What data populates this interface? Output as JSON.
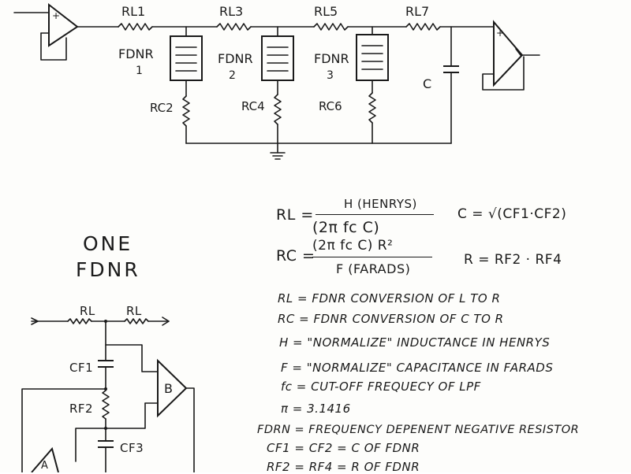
{
  "top_circuit": {
    "resistor_labels": [
      "RL1",
      "RL3",
      "RL5",
      "RL7"
    ],
    "fdnr_labels": [
      {
        "name": "FDNR",
        "num": "1"
      },
      {
        "name": "FDNR",
        "num": "2"
      },
      {
        "name": "FDNR",
        "num": "3"
      }
    ],
    "shunt_labels": [
      "RC2",
      "RC4",
      "RC6"
    ],
    "capacitor_label": "C",
    "opamp_plus": "+"
  },
  "one_fdnr": {
    "title_line1": "ONE",
    "title_line2": "FDNR",
    "rl_left": "RL",
    "rl_right": "RL",
    "cf1": "CF1",
    "rf2": "RF2",
    "cf3": "CF3",
    "opamp_b": "B",
    "opamp_a": "A"
  },
  "equations": {
    "rl_lhs": "RL =",
    "rl_num": "H (HENRYS)",
    "rl_den": "(2π fc C)",
    "c_eq": "C = √(CF1·CF2)",
    "rc_lhs": "RC =",
    "rc_num": "(2π fc C) R²",
    "rc_den": "F (FARADS)",
    "r_eq": "R = RF2 · RF4"
  },
  "definitions": [
    "RL = FDNR CONVERSION OF L TO R",
    "RC = FDNR CONVERSION OF C TO R",
    "H = \"NORMALIZE\" INDUCTANCE IN HENRYS",
    "F = \"NORMALIZE\" CAPACITANCE IN FARADS",
    "fc = CUT-OFF FREQUECY OF LPF",
    "π = 3.1416",
    "FDRN = FREQUENCY DEPENENT NEGATIVE RESISTOR",
    "CF1 = CF2 = C OF FDNR",
    "RF2 = RF4 = R OF FDNR"
  ]
}
